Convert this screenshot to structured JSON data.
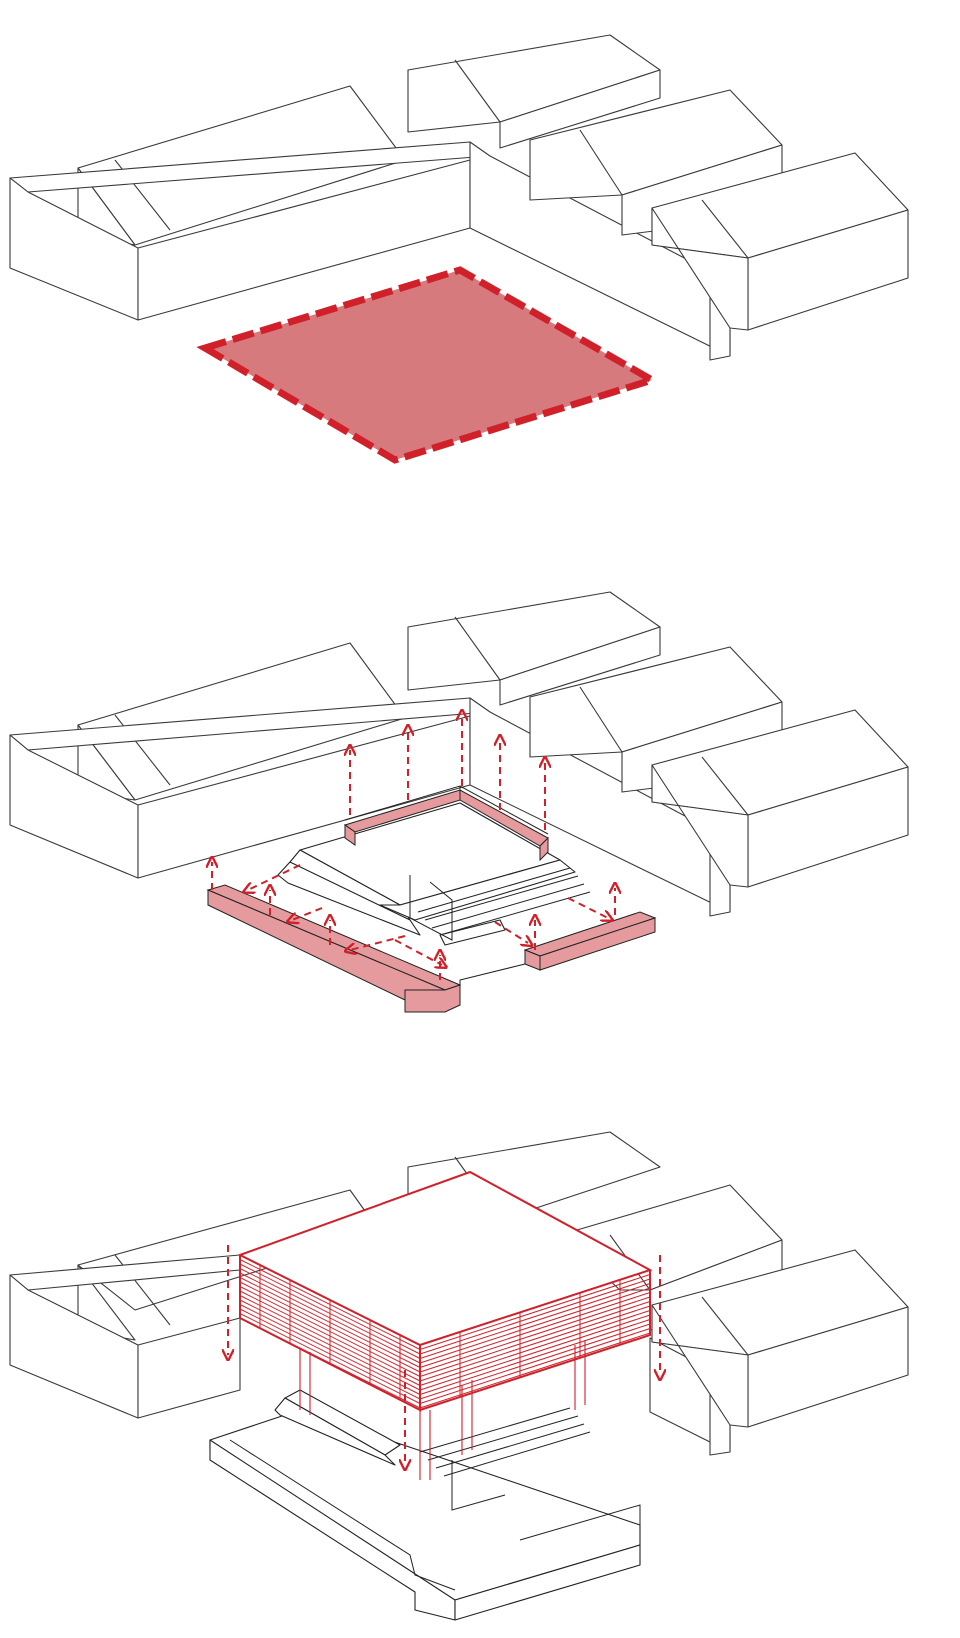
{
  "figure": {
    "type": "axonometric design-process diagram",
    "panels": [
      {
        "id": "site",
        "description_hidden": true
      },
      {
        "id": "platform",
        "description_hidden": true
      },
      {
        "id": "roof",
        "description_hidden": true
      }
    ]
  },
  "colors": {
    "accent": "#d0202a",
    "accent_fill": "#d77a7e",
    "platform_fill": "#e59a9d",
    "line": "#3a3a3a",
    "background": "#ffffff"
  }
}
